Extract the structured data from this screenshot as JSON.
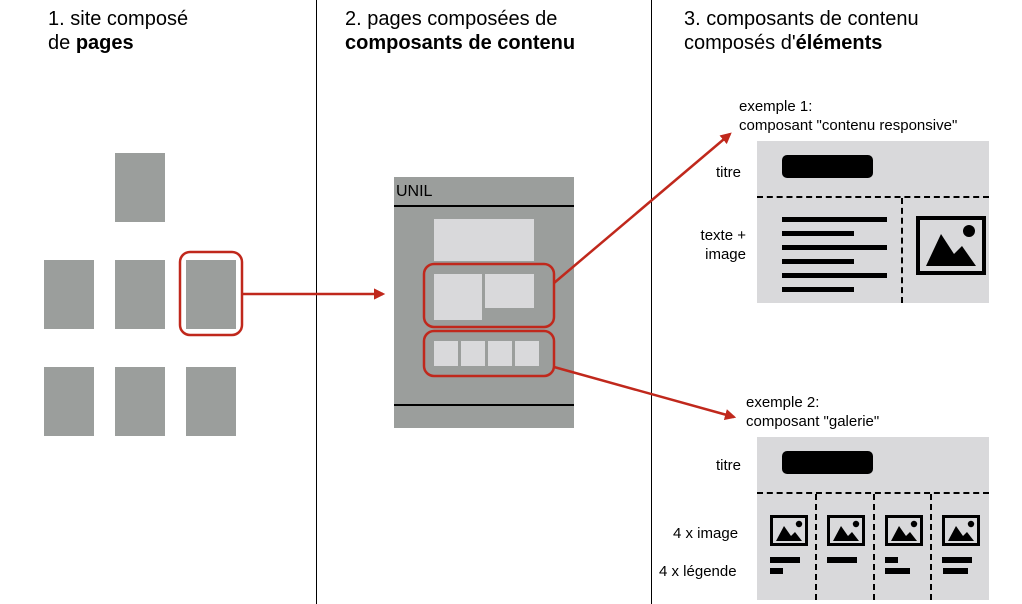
{
  "columns": [
    {
      "number": "1.",
      "line1": "site composé",
      "line2_prefix": "de ",
      "line2_bold": "pages"
    },
    {
      "number": "2.",
      "line1": "pages composées de",
      "line2_prefix": "",
      "line2_bold": "composants de contenu"
    },
    {
      "number": "3.",
      "line1": "composants de contenu",
      "line2_prefix": "composés d'",
      "line2_bold": "éléments"
    }
  ],
  "page_mockup": {
    "brand": "UNIL"
  },
  "example1": {
    "caption_line1": "exemple 1:",
    "caption_line2": "composant \"contenu responsive\"",
    "labels": {
      "title": "titre",
      "text_image_line1": "texte  +",
      "text_image_line2": "image"
    }
  },
  "example2": {
    "caption_line1": "exemple 2:",
    "caption_line2": "composant \"galerie\"",
    "labels": {
      "title": "titre",
      "images": "4 x image",
      "captions": "4 x légende"
    }
  },
  "colors": {
    "page_gray": "#9b9e9c",
    "component_light": "#d9d9db",
    "highlight_red": "#c0281c"
  },
  "icons": {
    "image": "image-placeholder-icon",
    "arrow": "arrow-icon"
  }
}
